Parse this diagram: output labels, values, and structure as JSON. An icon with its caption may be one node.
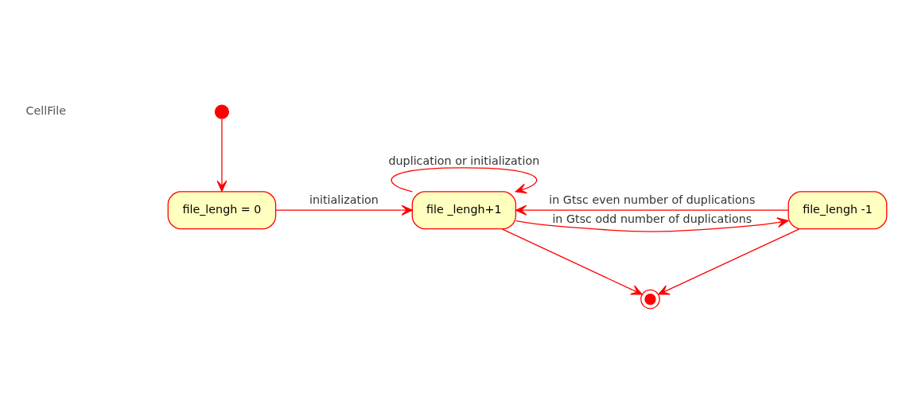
{
  "diagram": {
    "nodes": [
      {
        "text": [],
        "shape": "circle"
      },
      {
        "text": [
          "file_lengh = 0"
        ]
      },
      {
        "text": [
          "file _lengh+1"
        ]
      },
      {
        "text": [
          "file_lengh -1"
        ]
      },
      {
        "text": [],
        "shape": "circle"
      }
    ],
    "edges": [
      {
        "from": 0,
        "to": 1,
        "arrow": "to"
      },
      {
        "from": 1,
        "to": 2,
        "arrow": "to",
        "label": "initialization"
      },
      {
        "from": 2,
        "to": 2,
        "arrow": "to",
        "label": "duplication or initialization"
      },
      {
        "from": 3,
        "to": 2,
        "arrow": "to",
        "label": "in Gtsc even number of duplications"
      },
      {
        "from": 2,
        "to": 3,
        "arrow": "to",
        "label": "in Gtsc odd number of duplications"
      },
      {
        "from": 2,
        "to": 4,
        "arrow": "to"
      },
      {
        "from": 3,
        "to": 4,
        "arrow": "to"
      }
    ],
    "labels": [
      "CellFile"
    ]
  }
}
